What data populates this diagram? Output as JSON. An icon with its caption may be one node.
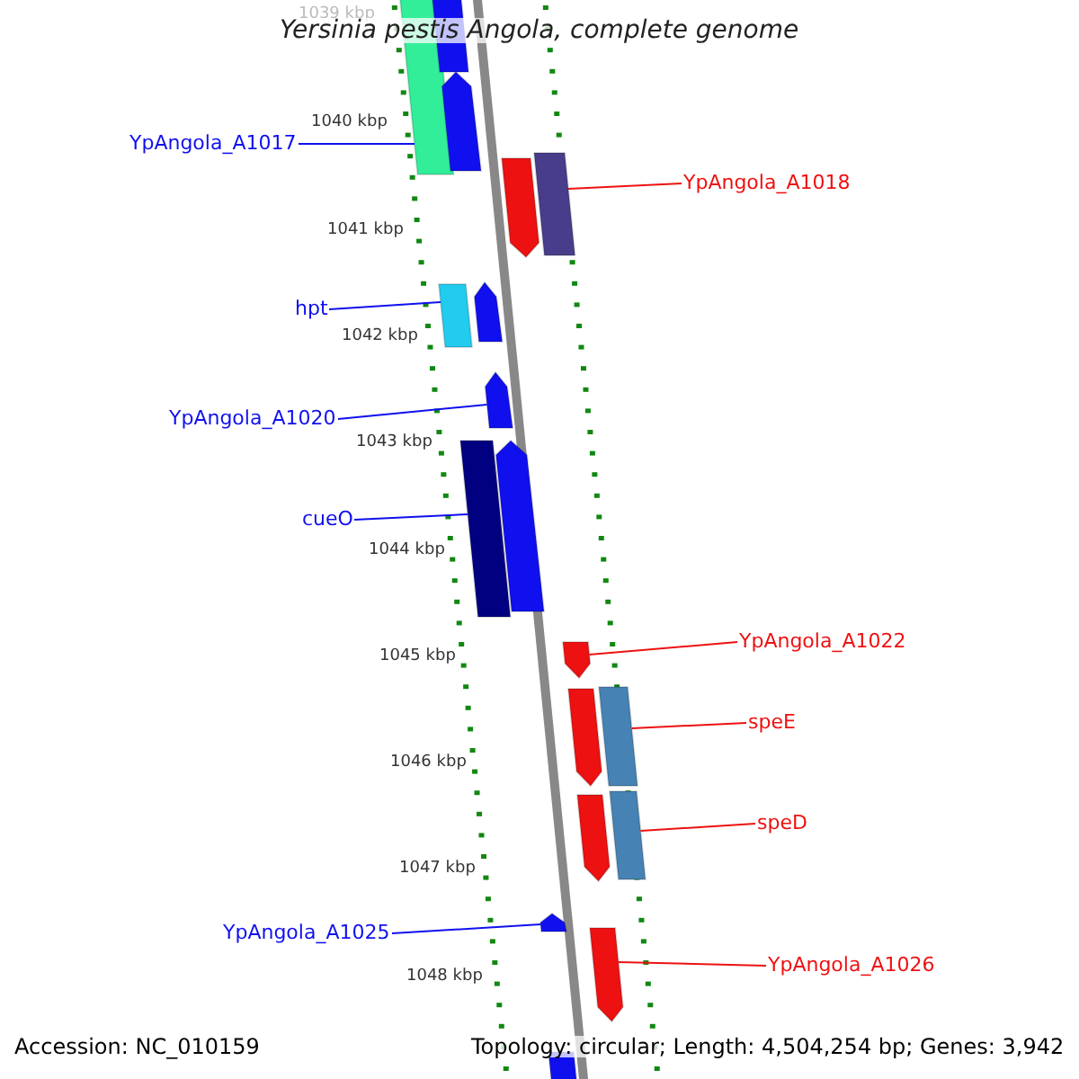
{
  "diagram": {
    "title": "Yersinia pestis Angola, complete genome",
    "nodes": [
      {
        "text": [
          "YpAngola_A1017"
        ]
      },
      {
        "text": [
          "YpAngola_A1018"
        ]
      },
      {
        "text": [
          "hpt"
        ]
      },
      {
        "text": [
          "YpAngola_A1020"
        ]
      },
      {
        "text": [
          "cueO"
        ]
      },
      {
        "text": [
          "YpAngola_A1022"
        ]
      },
      {
        "text": [
          "speE"
        ]
      },
      {
        "text": [
          "speD"
        ]
      },
      {
        "text": [
          "YpAngola_A1025"
        ]
      },
      {
        "text": [
          "YpAngola_A1026"
        ]
      },
      {
        "text": [],
        "shape": "bar"
      },
      {
        "text": [],
        "shape": "bar"
      },
      {
        "text": [],
        "shape": "pentagon"
      },
      {
        "text": [],
        "shape": "pentagon"
      },
      {
        "text": [],
        "shape": "bar"
      },
      {
        "text": [],
        "shape": "bar"
      },
      {
        "text": [],
        "shape": "pentagon"
      },
      {
        "text": [],
        "shape": "pentagon"
      },
      {
        "text": [],
        "shape": "bar"
      },
      {
        "text": [],
        "shape": "pentagon"
      },
      {
        "text": [],
        "shape": "pentagon"
      },
      {
        "text": [],
        "shape": "pentagon"
      },
      {
        "text": [],
        "shape": "bar"
      },
      {
        "text": [],
        "shape": "pentagon"
      },
      {
        "text": [],
        "shape": "bar"
      },
      {
        "text": [],
        "shape": "pentagon"
      },
      {
        "text": [],
        "shape": "pentagon"
      },
      {
        "text": [],
        "shape": "bar"
      }
    ],
    "edges": [
      {
        "from": 0,
        "to": 10,
        "arrow": "none"
      },
      {
        "from": 1,
        "to": 14,
        "arrow": "none",
        "color": "#ee1111"
      },
      {
        "from": 2,
        "to": 15,
        "arrow": "none"
      },
      {
        "from": 3,
        "to": 17,
        "arrow": "none"
      },
      {
        "from": 4,
        "to": 18,
        "arrow": "none"
      },
      {
        "from": 5,
        "to": 20,
        "arrow": "none",
        "color": "#ee1111"
      },
      {
        "from": 6,
        "to": 22,
        "arrow": "none",
        "color": "#ee1111"
      },
      {
        "from": 7,
        "to": 24,
        "arrow": "none",
        "color": "#ee1111"
      },
      {
        "from": 8,
        "to": 25,
        "arrow": "none"
      },
      {
        "from": 9,
        "to": 26,
        "arrow": "none",
        "color": "#ee1111"
      }
    ],
    "labels": [
      "1039 kbp",
      "1040 kbp",
      "1041 kbp",
      "1042 kbp",
      "1043 kbp",
      "1044 kbp",
      "1045 kbp",
      "1046 kbp",
      "1047 kbp",
      "1048 kbp",
      "Accession: NC_010159",
      "Topology: circular; Length: 4,504,254 bp; Genes: 3,942"
    ]
  }
}
